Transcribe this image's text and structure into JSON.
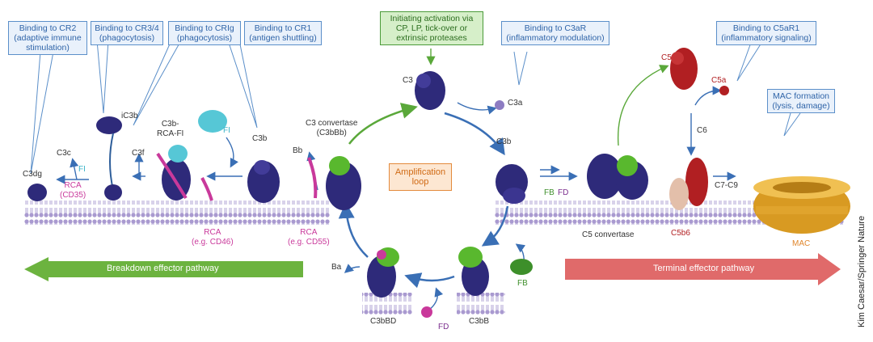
{
  "colors": {
    "callout_blue": "#2f64a8",
    "membrane": "#b8a9d6",
    "c3_protein": "#2e2a7a",
    "fb_green": "#59b82e",
    "fi_cyan": "#56c7d6",
    "rca_pink": "#c9399b",
    "c5_red": "#b11f22",
    "mac_gold": "#e0a52a",
    "breakdown_green": "#6cb33f",
    "terminal_red": "#e06a6a"
  },
  "callouts": {
    "cr2": "Binding to CR2\n(adaptive immune\nstimulation)",
    "cr34": "Binding to CR3/4\n(phagocytosis)",
    "crig": "Binding to CRIg\n(phagocytosis)",
    "cr1": "Binding to CR1\n(antigen shuttling)",
    "initiating": "Initiating activation via\nCP, LP, tick-over or\nextrinsic proteases",
    "c3ar": "Binding to C3aR\n(inflammatory modulation)",
    "c5ar1": "Binding to C5aR1\n(inflammatory signaling)",
    "mac": "MAC formation\n(lysis, damage)",
    "amplification": "Amplification\nloop"
  },
  "labels": {
    "c3": "C3",
    "c3a": "C3a",
    "c3b_right": "C3b",
    "c3b_left": "C3b",
    "ic3b": "iC3b",
    "c3b_rca_fi": "C3b-\nRCA-FI",
    "fi_top": "FI",
    "fi_left": "FI",
    "c3c": "C3c",
    "c3f": "C3f",
    "c3dg": "C3dg",
    "rca_cd35": "RCA\n(CD35)",
    "rca_cd46": "RCA\n(e.g. CD46)",
    "rca_cd55": "RCA\n(e.g. CD55)",
    "bb": "Bb",
    "c3_convertase": "C3 convertase\n(C3bBb)",
    "ba": "Ba",
    "c3bbd": "C3bBD",
    "fd_bottom": "FD",
    "c3bb": "C3bB",
    "fb_bottom": "FB",
    "fb_right": "FB",
    "fd_right": "FD",
    "c5_convertase": "C5 convertase",
    "c5": "C5",
    "c5a": "C5a",
    "c6": "C6",
    "c5b6": "C5b6",
    "c7c9": "C7-C9",
    "mac": "MAC"
  },
  "pathways": {
    "breakdown": "Breakdown effector pathway",
    "terminal": "Terminal effector pathway"
  },
  "credit": "Kim Caesar/Springer Nature"
}
